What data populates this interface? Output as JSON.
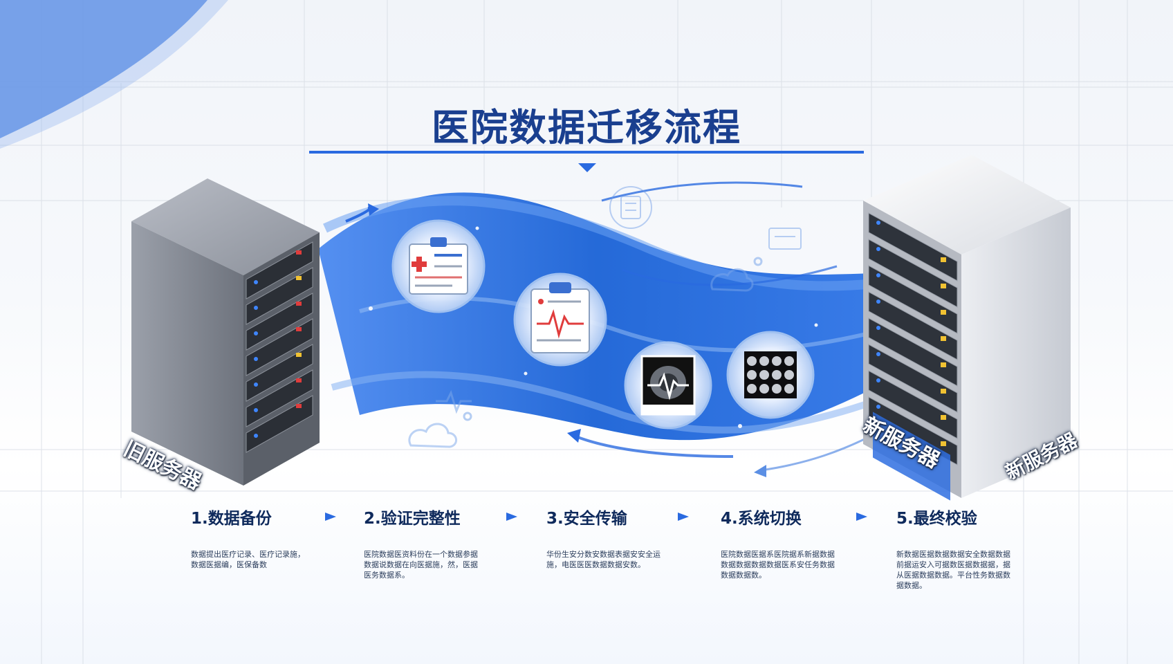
{
  "title": "医院数据迁移流程",
  "old_server": {
    "label": "旧服务器"
  },
  "new_server": {
    "screen_label": "新服务器",
    "side_label": "新服务器"
  },
  "steps": [
    {
      "title": "1.数据备份",
      "desc": "数据提出医疗记录、医疗记录施，数据医据编，医保备数"
    },
    {
      "title": "2.验证完整性",
      "desc": "医院数据医资料份在一个数据参据数据说数据在向医据施，然，医据医务数据系。"
    },
    {
      "title": "3.安全传输",
      "desc": "华份生安分数安数据表据安安全运施，电医医医数据数据安数。"
    },
    {
      "title": "4.系统切换",
      "desc": "医院数据医据系医院据系新据数据数据数据数据数据医系安任务数据数据数据数。"
    },
    {
      "title": "5.最终校验",
      "desc": "新数据医据数据数据安全数据数据前据运安入可据数医据数据据，据从医据数据数据。平台性务数据数据数据。"
    }
  ],
  "icons": [
    "clipboard-medical-icon",
    "clipboard-ecg-icon",
    "mri-heartbeat-icon",
    "ct-scan-icon",
    "cloud-icon",
    "document-icon",
    "pulse-icon"
  ],
  "colors": {
    "accent": "#2a6ae0",
    "title": "#1a3f8f",
    "wave": "#1f66d9",
    "step_text": "#0f2a5c"
  }
}
